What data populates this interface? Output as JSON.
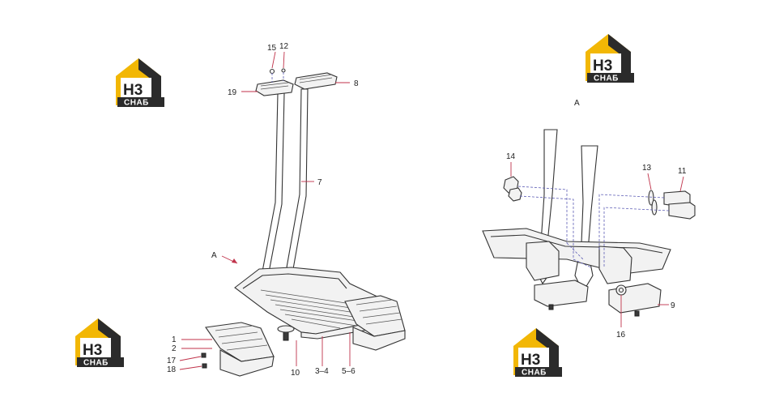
{
  "labels": {
    "l1": "1",
    "l2": "2",
    "l3_4": "3–4",
    "l5_6": "5–6",
    "l7": "7",
    "l8": "8",
    "l9": "9",
    "l10": "10",
    "l11": "11",
    "l12": "12",
    "l13": "13",
    "l14": "14",
    "l15": "15",
    "l16": "16",
    "l17": "17",
    "l18": "18",
    "l19": "19",
    "view_arrow": "A",
    "view_title": "A"
  },
  "logo": {
    "letters": "Н3",
    "brand": "СНАБ"
  },
  "colors": {
    "logo_yellow": "#f2b705",
    "logo_dark": "#2b2b2b",
    "leader": "#c0324a",
    "assembly_dash": "#5a5ab4"
  }
}
